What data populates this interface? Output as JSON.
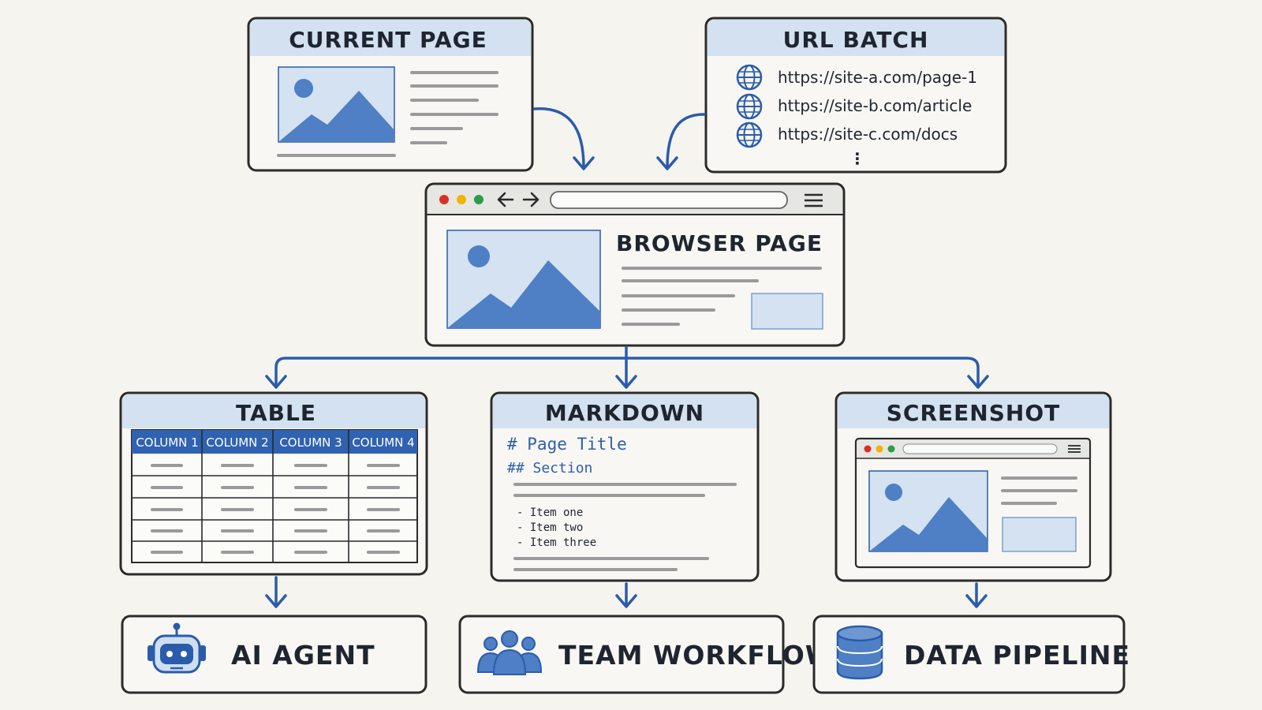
{
  "current_page": {
    "title": "CURRENT PAGE"
  },
  "url_batch": {
    "title": "URL BATCH",
    "urls": [
      "https://site-a.com/page-1",
      "https://site-b.com/article",
      "https://site-c.com/docs"
    ],
    "more": "⋮",
    "icon": "globe-icon"
  },
  "browser_page": {
    "title": "BROWSER PAGE"
  },
  "table": {
    "title": "TABLE",
    "columns": [
      "COLUMN 1",
      "COLUMN 2",
      "COLUMN 3",
      "COLUMN 4"
    ],
    "row_count": 5
  },
  "markdown": {
    "title": "MARKDOWN",
    "heading1": "# Page Title",
    "heading2": "## Section",
    "items": [
      "- Item one",
      "- Item two",
      "- Item three"
    ]
  },
  "screenshot": {
    "title": "SCREENSHOT"
  },
  "destinations": [
    {
      "label": "AI AGENT",
      "icon": "robot-icon"
    },
    {
      "label": "TEAM WORKFLOW",
      "icon": "team-icon"
    },
    {
      "label": "DATA PIPELINE",
      "icon": "database-icon"
    }
  ],
  "colors": {
    "accent": "#2a5cab",
    "header_fill": "#d3e1f1",
    "background": "#f6f4ef"
  }
}
